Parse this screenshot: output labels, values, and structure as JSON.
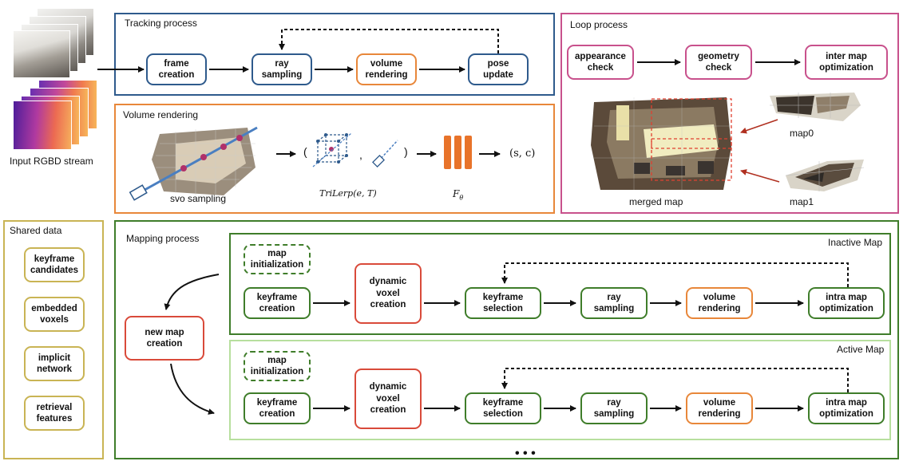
{
  "input": {
    "label": "Input RGBD stream"
  },
  "tracking": {
    "title": "Tracking process",
    "nodes": [
      "frame\ncreation",
      "ray\nsampling",
      "volume\nrendering",
      "pose\nupdate"
    ]
  },
  "volume": {
    "title": "Volume rendering",
    "svo_label": "svo sampling",
    "trilerp": "TriLerp(e, T)",
    "f_theta": "F",
    "f_sub": "θ",
    "output": "(s, c)",
    "paren_open": "(",
    "paren_close": ")",
    "comma": ","
  },
  "loop": {
    "title": "Loop process",
    "nodes": [
      "appearance\ncheck",
      "geometry\ncheck",
      "inter map\noptimization"
    ],
    "merged_label": "merged map",
    "map0_label": "map0",
    "map1_label": "map1"
  },
  "shared": {
    "title": "Shared data",
    "items": [
      "keyframe\ncandidates",
      "embedded\nvoxels",
      "implicit\nnetwork",
      "retrieval\nfeatures"
    ]
  },
  "mapping": {
    "title": "Mapping process",
    "new_map": "new map\ncreation",
    "inactive": {
      "title": "Inactive Map",
      "init": "map\ninitialization",
      "nodes": [
        "keyframe\ncreation",
        "dynamic\nvoxel\ncreation",
        "keyframe\nselection",
        "ray\nsampling",
        "volume\nrendering",
        "intra map\noptimization"
      ]
    },
    "active": {
      "title": "Active Map",
      "init": "map\ninitialization",
      "nodes": [
        "keyframe\ncreation",
        "dynamic\nvoxel\ncreation",
        "keyframe\nselection",
        "ray\nsampling",
        "volume\nrendering",
        "intra map\noptimization"
      ]
    },
    "ellipsis": "• • •"
  },
  "colors": {
    "tracking": "#2e5a8c",
    "volume": "#e8873a",
    "loop": "#c8518c",
    "shared": "#c9b454",
    "mapping": "#3f7d2a",
    "active_panel": "#b7df9e",
    "red": "#d94a3a",
    "f_theta_bars": "#e8732a"
  }
}
